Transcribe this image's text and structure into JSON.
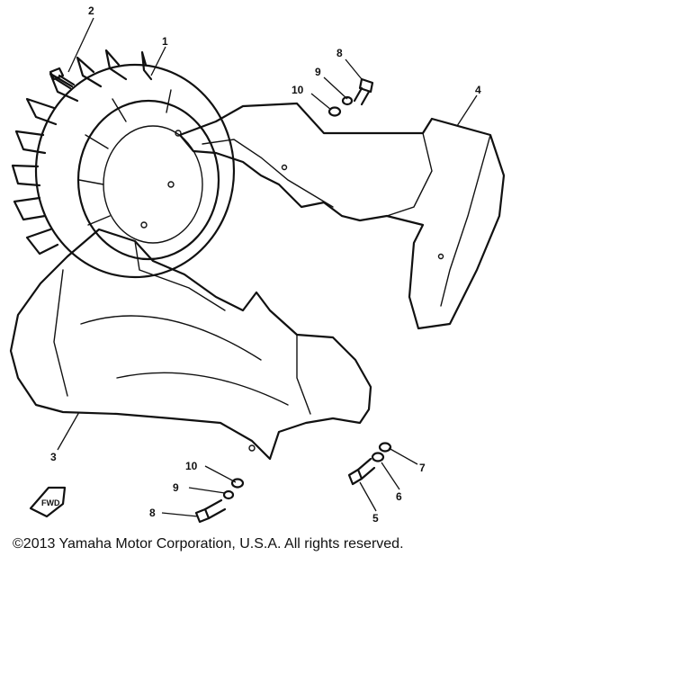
{
  "callouts": {
    "c1": "1",
    "c2": "2",
    "c3": "3",
    "c4": "4",
    "c5": "5",
    "c6": "6",
    "c7": "7",
    "c8a": "8",
    "c8b": "8",
    "c9a": "9",
    "c9b": "9",
    "c10a": "10",
    "c10b": "10"
  },
  "fwd_mark": "FWD",
  "copyright": "©2013 Yamaha Motor Corporation, U.S.A. All rights reserved."
}
